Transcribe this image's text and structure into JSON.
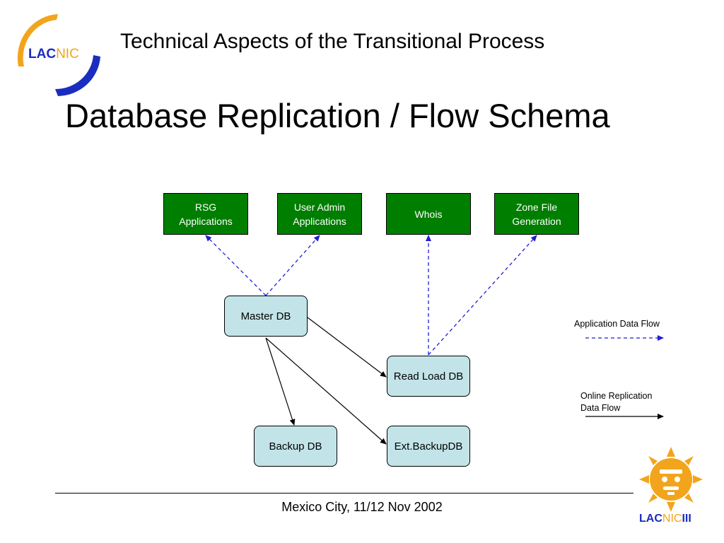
{
  "header": {
    "title": "Technical Aspects of the Transitional Process",
    "logo_text_lac": "LAC",
    "logo_text_nic": "NIC"
  },
  "slide": {
    "title": "Database Replication / Flow Schema"
  },
  "diagram": {
    "apps": {
      "rsg": [
        "RSG",
        "Applications"
      ],
      "user_admin": [
        "User Admin",
        "Applications"
      ],
      "whois": [
        "Whois"
      ],
      "zone_file": [
        "Zone File",
        "Generation"
      ]
    },
    "databases": {
      "master": "Master DB",
      "read_load": "Read Load DB",
      "backup": "Backup DB",
      "ext_backup": "Ext.BackupDB"
    },
    "edges": [
      {
        "from": "Master DB",
        "to": "RSG Applications",
        "style": "dashed"
      },
      {
        "from": "Master DB",
        "to": "User Admin Applications",
        "style": "dashed"
      },
      {
        "from": "Read Load DB",
        "to": "Whois",
        "style": "dashed"
      },
      {
        "from": "Read Load DB",
        "to": "Zone File Generation",
        "style": "dashed"
      },
      {
        "from": "Master DB",
        "to": "Read Load DB",
        "style": "solid"
      },
      {
        "from": "Master DB",
        "to": "Backup DB",
        "style": "solid"
      },
      {
        "from": "Master DB",
        "to": "Ext.BackupDB",
        "style": "solid"
      }
    ]
  },
  "legend": {
    "application_flow": "Application Data Flow",
    "replication_flow_line1": "Online Replication",
    "replication_flow_line2": "Data Flow"
  },
  "footer": {
    "text": "Mexico City, 11/12 Nov 2002",
    "logo_text_lac": "LAC",
    "logo_text_nic": "NIC",
    "logo_text_num": "III"
  },
  "colors": {
    "app_box": "#007e00",
    "db_box": "#c2e4e8",
    "app_flow": "#1f1fd0",
    "replication_flow": "#000000",
    "lacnic_blue": "#1a2dbf",
    "lacnic_orange": "#f2a51c"
  }
}
